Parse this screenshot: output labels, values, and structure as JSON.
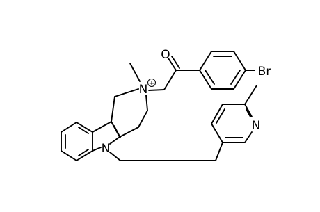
{
  "atoms": {
    "oxygen": "O",
    "bromine": "Br",
    "ring_nitrogen_pyridine": "N",
    "quaternary_nitrogen": "N",
    "quaternary_charge": "+",
    "indole_nitrogen": "N"
  }
}
